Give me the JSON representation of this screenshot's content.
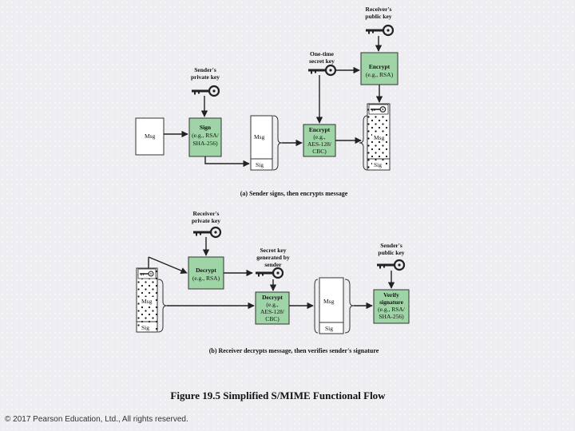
{
  "part_a": {
    "receiver_public_key": [
      "Receiver's",
      "public key"
    ],
    "one_time_secret_key": [
      "One-time",
      "secret key"
    ],
    "sender_private_key": [
      "Sender's",
      "private key"
    ],
    "encrypt_rsa": [
      "Encrypt",
      "(e.g., RSA)"
    ],
    "msg": "Msg",
    "sign": [
      "Sign",
      "(e.g., RSA/",
      "SHA-256)"
    ],
    "sig": "Sig",
    "encrypt_aes": [
      "Encrypt",
      "(e.g.,",
      "AES-128/",
      "CBC)"
    ],
    "caption": "(a) Sender signs, then encrypts message"
  },
  "part_b": {
    "receiver_private_key": [
      "Receiver's",
      "private key"
    ],
    "secret_key_generated": [
      "Secret key",
      "generated by",
      "sender"
    ],
    "sender_public_key": [
      "Sender's",
      "public key"
    ],
    "decrypt_rsa": [
      "Decrypt",
      "(e.g., RSA)"
    ],
    "msg": "Msg",
    "sig": "Sig",
    "decrypt_aes": [
      "Decrypt",
      "(e.g.,",
      "AES-128/",
      "CBC)"
    ],
    "verify": [
      "Verify",
      "signature",
      "(e.g., RSA/",
      "SHA-256)"
    ],
    "caption": "(b) Receiver decrypts message, then verifies sender's signature"
  },
  "figure_title": "Figure 19.5 Simplified S/MIME Functional Flow",
  "copyright": "© 2017 Pearson Education, Ltd., All rights reserved.",
  "colors": {
    "process_box": "#9fd4a6"
  },
  "icons": [
    "key-icon"
  ]
}
